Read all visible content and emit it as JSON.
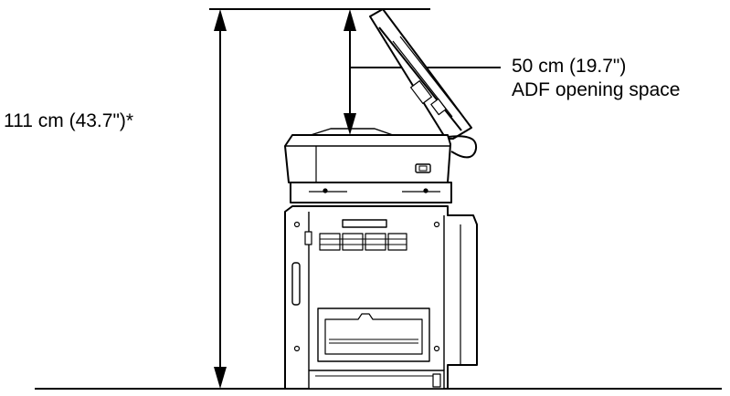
{
  "dimensions": {
    "total_height_label": "111 cm (43.7\")*",
    "adf_opening_value": "50 cm (19.7\")",
    "adf_opening_caption": "ADF opening space"
  },
  "colors": {
    "line": "#000000",
    "background": "#ffffff"
  }
}
